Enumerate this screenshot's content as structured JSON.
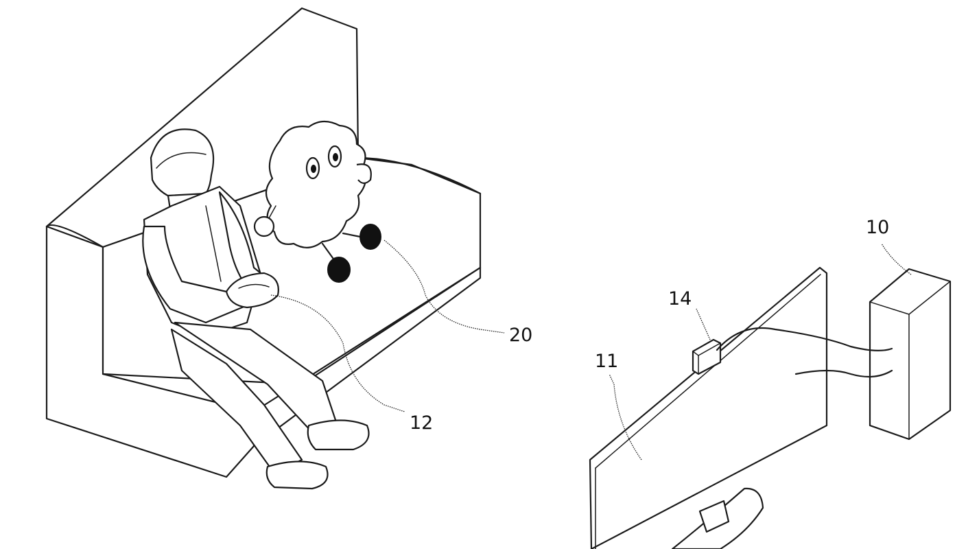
{
  "figure": {
    "labels": {
      "console": "10",
      "display": "11",
      "controller": "12",
      "camera": "14",
      "robot": "20"
    }
  }
}
